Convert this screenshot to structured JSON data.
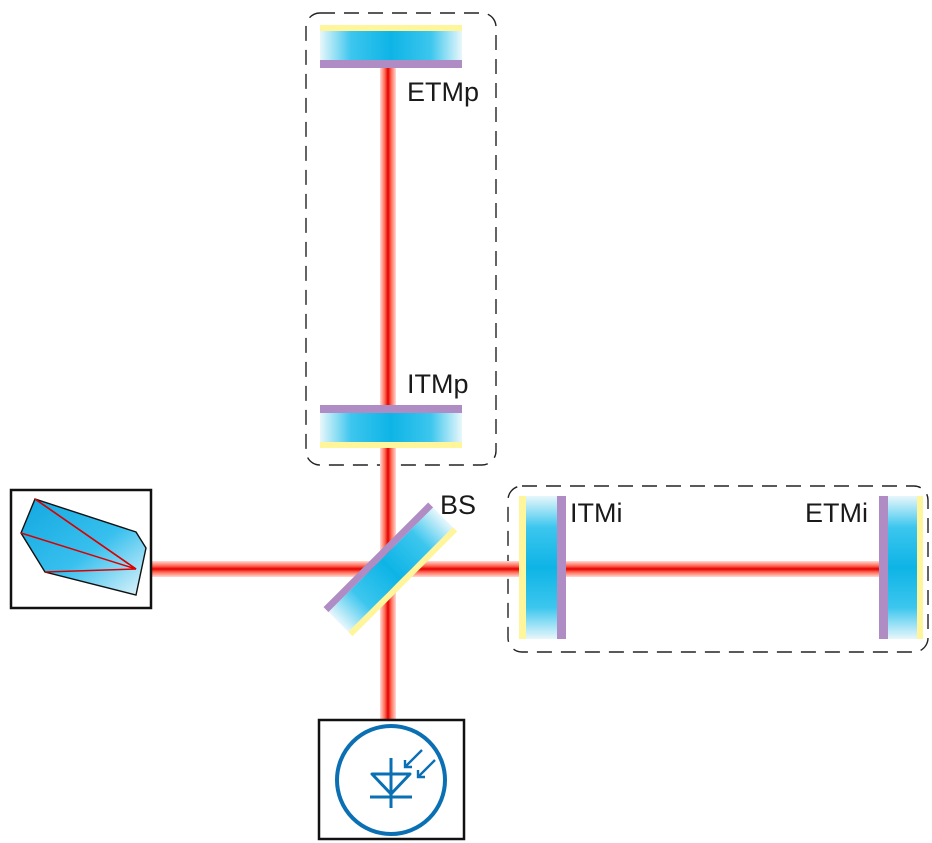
{
  "labels": {
    "etm_p": "ETMp",
    "itm_p": "ITMp",
    "bs": "BS",
    "itm_i": "ITMi",
    "etm_i": "ETMi"
  },
  "colors": {
    "beam_core": "#e60000",
    "beam_edge": "#ffb3aa",
    "glass_center": "#12b8e8",
    "glass_edge": "#e4f6fb",
    "coating_purple": "#b08cc4",
    "coating_yellow": "#fff59a",
    "detector_blue": "#0a6fb3",
    "frame": "#111111"
  },
  "icons": [
    "laser-source-icon",
    "photodetector-icon"
  ]
}
